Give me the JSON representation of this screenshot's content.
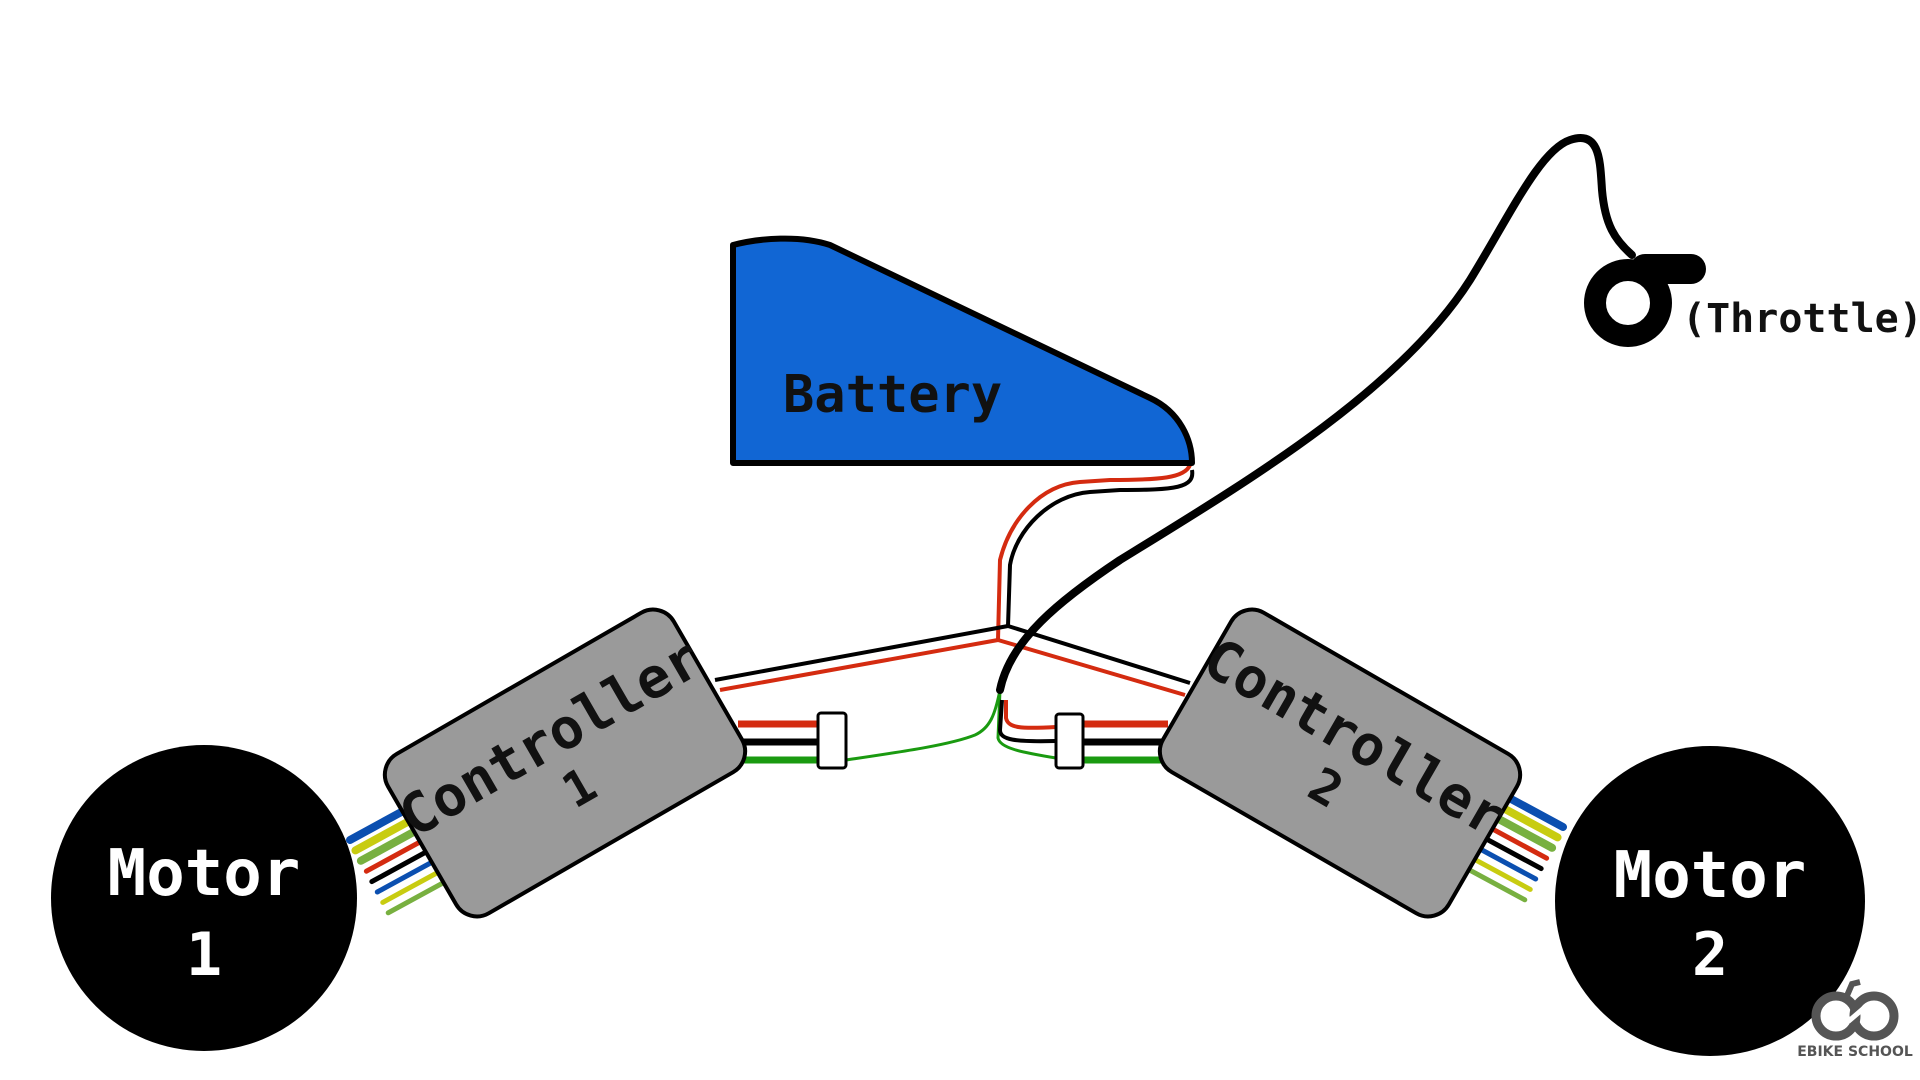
{
  "diagram": {
    "title": "Dual motor ebike wiring",
    "battery": {
      "label": "Battery",
      "color": "#1166d4"
    },
    "throttle": {
      "label": "(Throttle)"
    },
    "controllers": [
      {
        "label_line1": "Controller",
        "label_line2": "1",
        "color": "#9a9a9a"
      },
      {
        "label_line1": "Controller",
        "label_line2": "2",
        "color": "#9a9a9a"
      }
    ],
    "motors": [
      {
        "label_line1": "Motor",
        "label_line2": "1"
      },
      {
        "label_line1": "Motor",
        "label_line2": "2"
      }
    ],
    "wire_colors": {
      "positive": "#d42b10",
      "negative": "#000000",
      "signal": "#1a9a10",
      "phase_blue": "#0b4fb0",
      "phase_yellow": "#c8cc10",
      "phase_green": "#78b040"
    },
    "logo": {
      "text": "EBIKE SCHOOL",
      "color": "#555555"
    }
  }
}
